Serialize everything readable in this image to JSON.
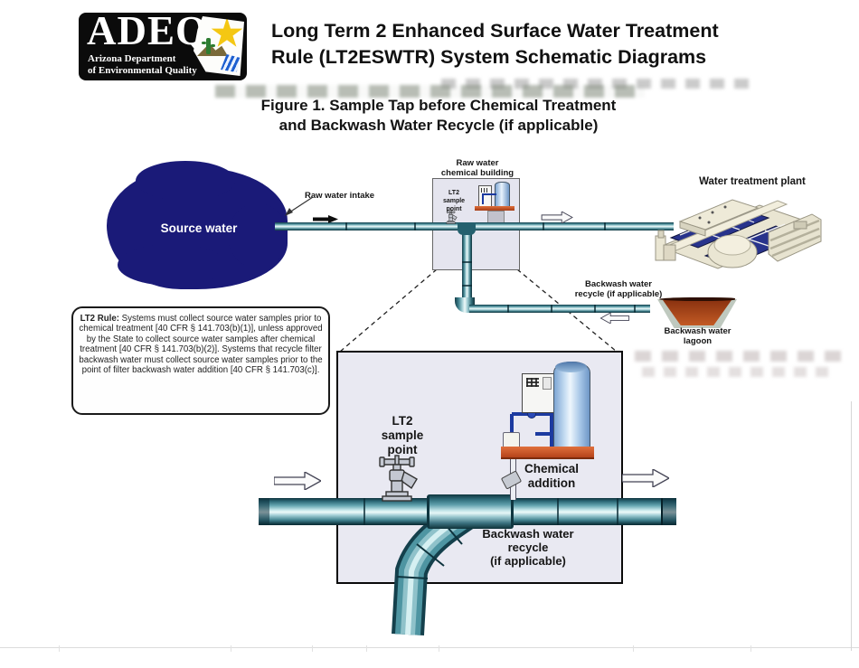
{
  "header": {
    "logo_acronym": "ADEQ",
    "logo_line1": "Arizona Department",
    "logo_line2": "of Environmental Quality",
    "title_line1": "Long Term 2 Enhanced Surface Water Treatment",
    "title_line2": "Rule (LT2ESWTR) System Schematic Diagrams"
  },
  "figure": {
    "caption_line1": "Figure 1. Sample Tap before Chemical Treatment",
    "caption_line2": "and Backwash Water Recycle (if applicable)"
  },
  "rule_box": {
    "lead": "LT2 Rule:",
    "body": " Systems must collect source water samples prior to chemical treatment [40 CFR § 141.703(b)(1)], unless approved by the State to collect source water samples after chemical treatment [40 CFR § 141.703(b)(2)]. Systems that recycle filter backwash water must collect source water samples prior to the point of filter backwash water addition [40 CFR § 141.703(c)]."
  },
  "overview": {
    "source_water": "Source water",
    "raw_water_intake": "Raw water intake",
    "building_line1": "Raw water",
    "building_line2": "chemical building",
    "sample_line1": "LT2",
    "sample_line2": "sample",
    "sample_line3": "point",
    "plant": "Water treatment plant",
    "recycle_line1": "Backwash water",
    "recycle_line2": "recycle (if applicable)",
    "lagoon_line1": "Backwash water",
    "lagoon_line2": "lagoon"
  },
  "detail": {
    "sample_line1": "LT2",
    "sample_line2": "sample",
    "sample_line3": "point",
    "chemical_line1": "Chemical",
    "chemical_line2": "addition",
    "backwash_line1": "Backwash water",
    "backwash_line2": "recycle",
    "backwash_line3": "(if applicable)"
  },
  "colors": {
    "pipe_teal": "#4e95a2",
    "source_navy": "#1a1a78",
    "basin_blue": "#28338c",
    "lagoon_brown": "#b04a1e",
    "shelf_orange": "#c8511c"
  }
}
